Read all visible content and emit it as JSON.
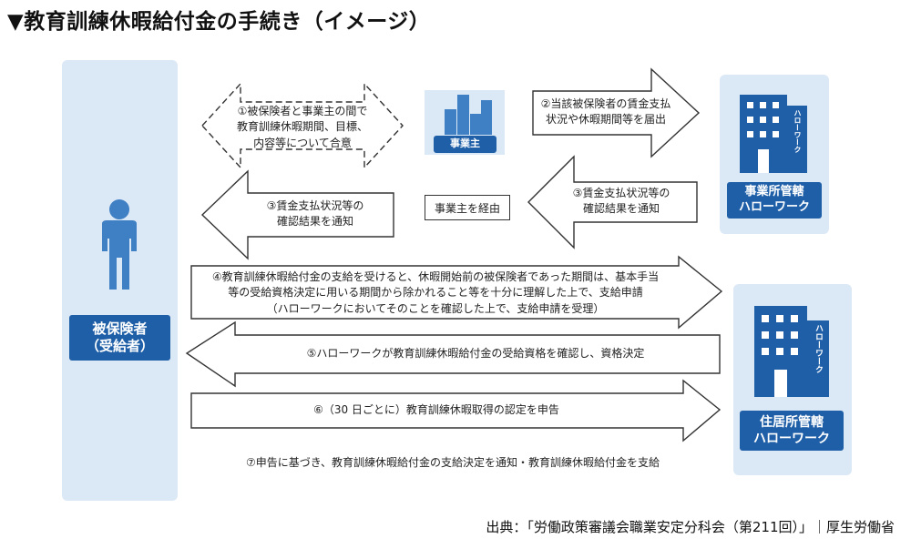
{
  "title": "▼教育訓練休暇給付金の手続き（イメージ）",
  "actors": {
    "insured": {
      "line1": "被保険者",
      "line2": "（受給者）"
    },
    "employer": {
      "label": "事業主"
    },
    "hw_office": {
      "line1": "事業所管轄",
      "line2": "ハローワーク",
      "sign": "ハローワーク"
    },
    "hw_residence": {
      "line1": "住居所管轄",
      "line2": "ハローワーク",
      "sign": "ハローワーク"
    }
  },
  "steps": {
    "s1": [
      "①被保険者と事業主の間で",
      "教育訓練休暇期間、目標、",
      "内容等について合意"
    ],
    "s2": [
      "②当該被保険者の賃金支払",
      "状況や休暇期間等を届出"
    ],
    "s3a": [
      "③賃金支払状況等の",
      "確認結果を通知"
    ],
    "s3b": [
      "③賃金支払状況等の",
      "確認結果を通知"
    ],
    "via": "事業主を経由",
    "s4": [
      "④教育訓練休暇給付金の支給を受けると、休暇開始前の被保険者であった期間は、基本手当",
      "等の受給資格決定に用いる期間から除かれること等を十分に理解した上で、支給申請",
      "（ハローワークにおいてそのことを確認した上で、支給申請を受理）"
    ],
    "s5": "⑤ハローワークが教育訓練休暇給付金の受給資格を確認し、資格決定",
    "s6": "⑥（30 日ごとに）教育訓練休暇取得の認定を申告",
    "s7": "⑦申告に基づき、教育訓練休暇給付金の支給決定を通知・教育訓練休暇給付金を支給"
  },
  "source": "出典：「労働政策審議会職業安定分科会（第211回）」｜厚生労働省",
  "colors": {
    "panel": "#dbe8f6",
    "accent": "#1f5fa8",
    "person": "#3f7fc4"
  }
}
